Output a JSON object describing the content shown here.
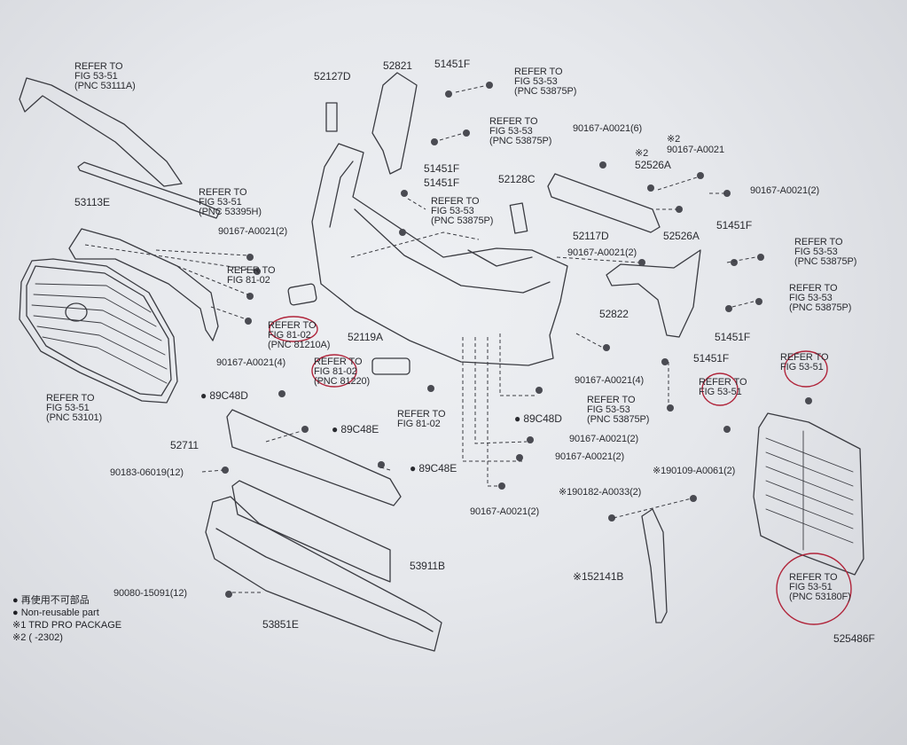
{
  "diagram_number": "525486F",
  "refer_notes": [
    {
      "id": "r1",
      "line1": "REFER TO",
      "line2": "FIG 53-51",
      "line3": "(PNC 53111A)"
    },
    {
      "id": "r2",
      "line1": "REFER TO",
      "line2": "FIG 53-51",
      "line3": "(PNC 53395H)"
    },
    {
      "id": "r3",
      "line1": "REFER TO",
      "line2": "FIG 53-51",
      "line3": "(PNC 53101)"
    },
    {
      "id": "r4",
      "line1": "REFER TO",
      "line2": "FIG 81-02",
      "line3": ""
    },
    {
      "id": "r5",
      "line1": "REFER TO",
      "line2": "FIG 81-02",
      "line3": "(PNC 81210A)"
    },
    {
      "id": "r6",
      "line1": "REFER TO",
      "line2": "FIG 81-02",
      "line3": "(PNC 81220)"
    },
    {
      "id": "r7",
      "line1": "REFER TO",
      "line2": "FIG 81-02",
      "line3": ""
    },
    {
      "id": "r8",
      "line1": "REFER TO",
      "line2": "FIG 53-53",
      "line3": "(PNC 53875P)"
    },
    {
      "id": "r9",
      "line1": "REFER TO",
      "line2": "FIG 53-53",
      "line3": "(PNC 53875P)"
    },
    {
      "id": "r10",
      "line1": "REFER TO",
      "line2": "FIG 53-53",
      "line3": "(PNC 53875P)"
    },
    {
      "id": "r11",
      "line1": "REFER TO",
      "line2": "FIG 53-53",
      "line3": "(PNC 53875P)"
    },
    {
      "id": "r12",
      "line1": "REFER TO",
      "line2": "FIG 53-53",
      "line3": "(PNC 53875P)"
    },
    {
      "id": "r13",
      "line1": "REFER TO",
      "line2": "FIG 53-53",
      "line3": "(PNC 53875P)"
    },
    {
      "id": "r14",
      "line1": "REFER TO",
      "line2": "FIG 53-51",
      "line3": ""
    },
    {
      "id": "r15",
      "line1": "REFER TO",
      "line2": "FIG 53-51",
      "line3": ""
    },
    {
      "id": "r16",
      "line1": "REFER TO",
      "line2": "FIG 53-51",
      "line3": "(PNC 53180F)"
    }
  ],
  "part_labels": {
    "p52127D": "52127D",
    "p52821": "52821",
    "p51451F_a": "51451F",
    "p51451F_b": "51451F",
    "p51451F_c": "51451F",
    "p51451F_d": "51451F",
    "p51451F_e": "51451F",
    "p51451F_f": "51451F",
    "p53113E": "53113E",
    "p90167_2_a": "90167-A0021(2)",
    "p90167_6": "90167-A0021(6)",
    "p52526A_a": "52526A",
    "p52526A_b": "52526A",
    "p90167_x2": "90167-A0021",
    "p90167_2_b": "90167-A0021(2)",
    "p52128C": "52128C",
    "p52117D": "52117D",
    "p90167_2_c": "90167-A0021(2)",
    "p52822": "52822",
    "p52119A": "52119A",
    "p90167_4_a": "90167-A0021(4)",
    "p90167_4_b": "90167-A0021(4)",
    "p89C48D_a": "89C48D",
    "p89C48D_b": "89C48D",
    "p89C48E_a": "89C48E",
    "p89C48E_b": "89C48E",
    "p52711": "52711",
    "p90183": "90183-06019(12)",
    "p90167_2_d": "90167-A0021(2)",
    "p90167_2_e": "90167-A0021(2)",
    "p90167_2_f": "90167-A0021(2)",
    "p190109": "※190109-A0061(2)",
    "p190182": "※190182-A0033(2)",
    "p53911B": "53911B",
    "p152141B": "※152141B",
    "p90080": "90080-15091(12)",
    "p53851E": "53851E",
    "mark2a": "※2",
    "mark2b": "※2"
  },
  "legend": {
    "line1": "● 再使用不可部品",
    "line2": "● Non-reusable part",
    "line3": "※1 TRD PRO PACKAGE",
    "line4": "※2 (      -2302)"
  },
  "colors": {
    "ink": "#2f3036",
    "annotation": "#b0243a",
    "paper": "#e6e8ec"
  }
}
